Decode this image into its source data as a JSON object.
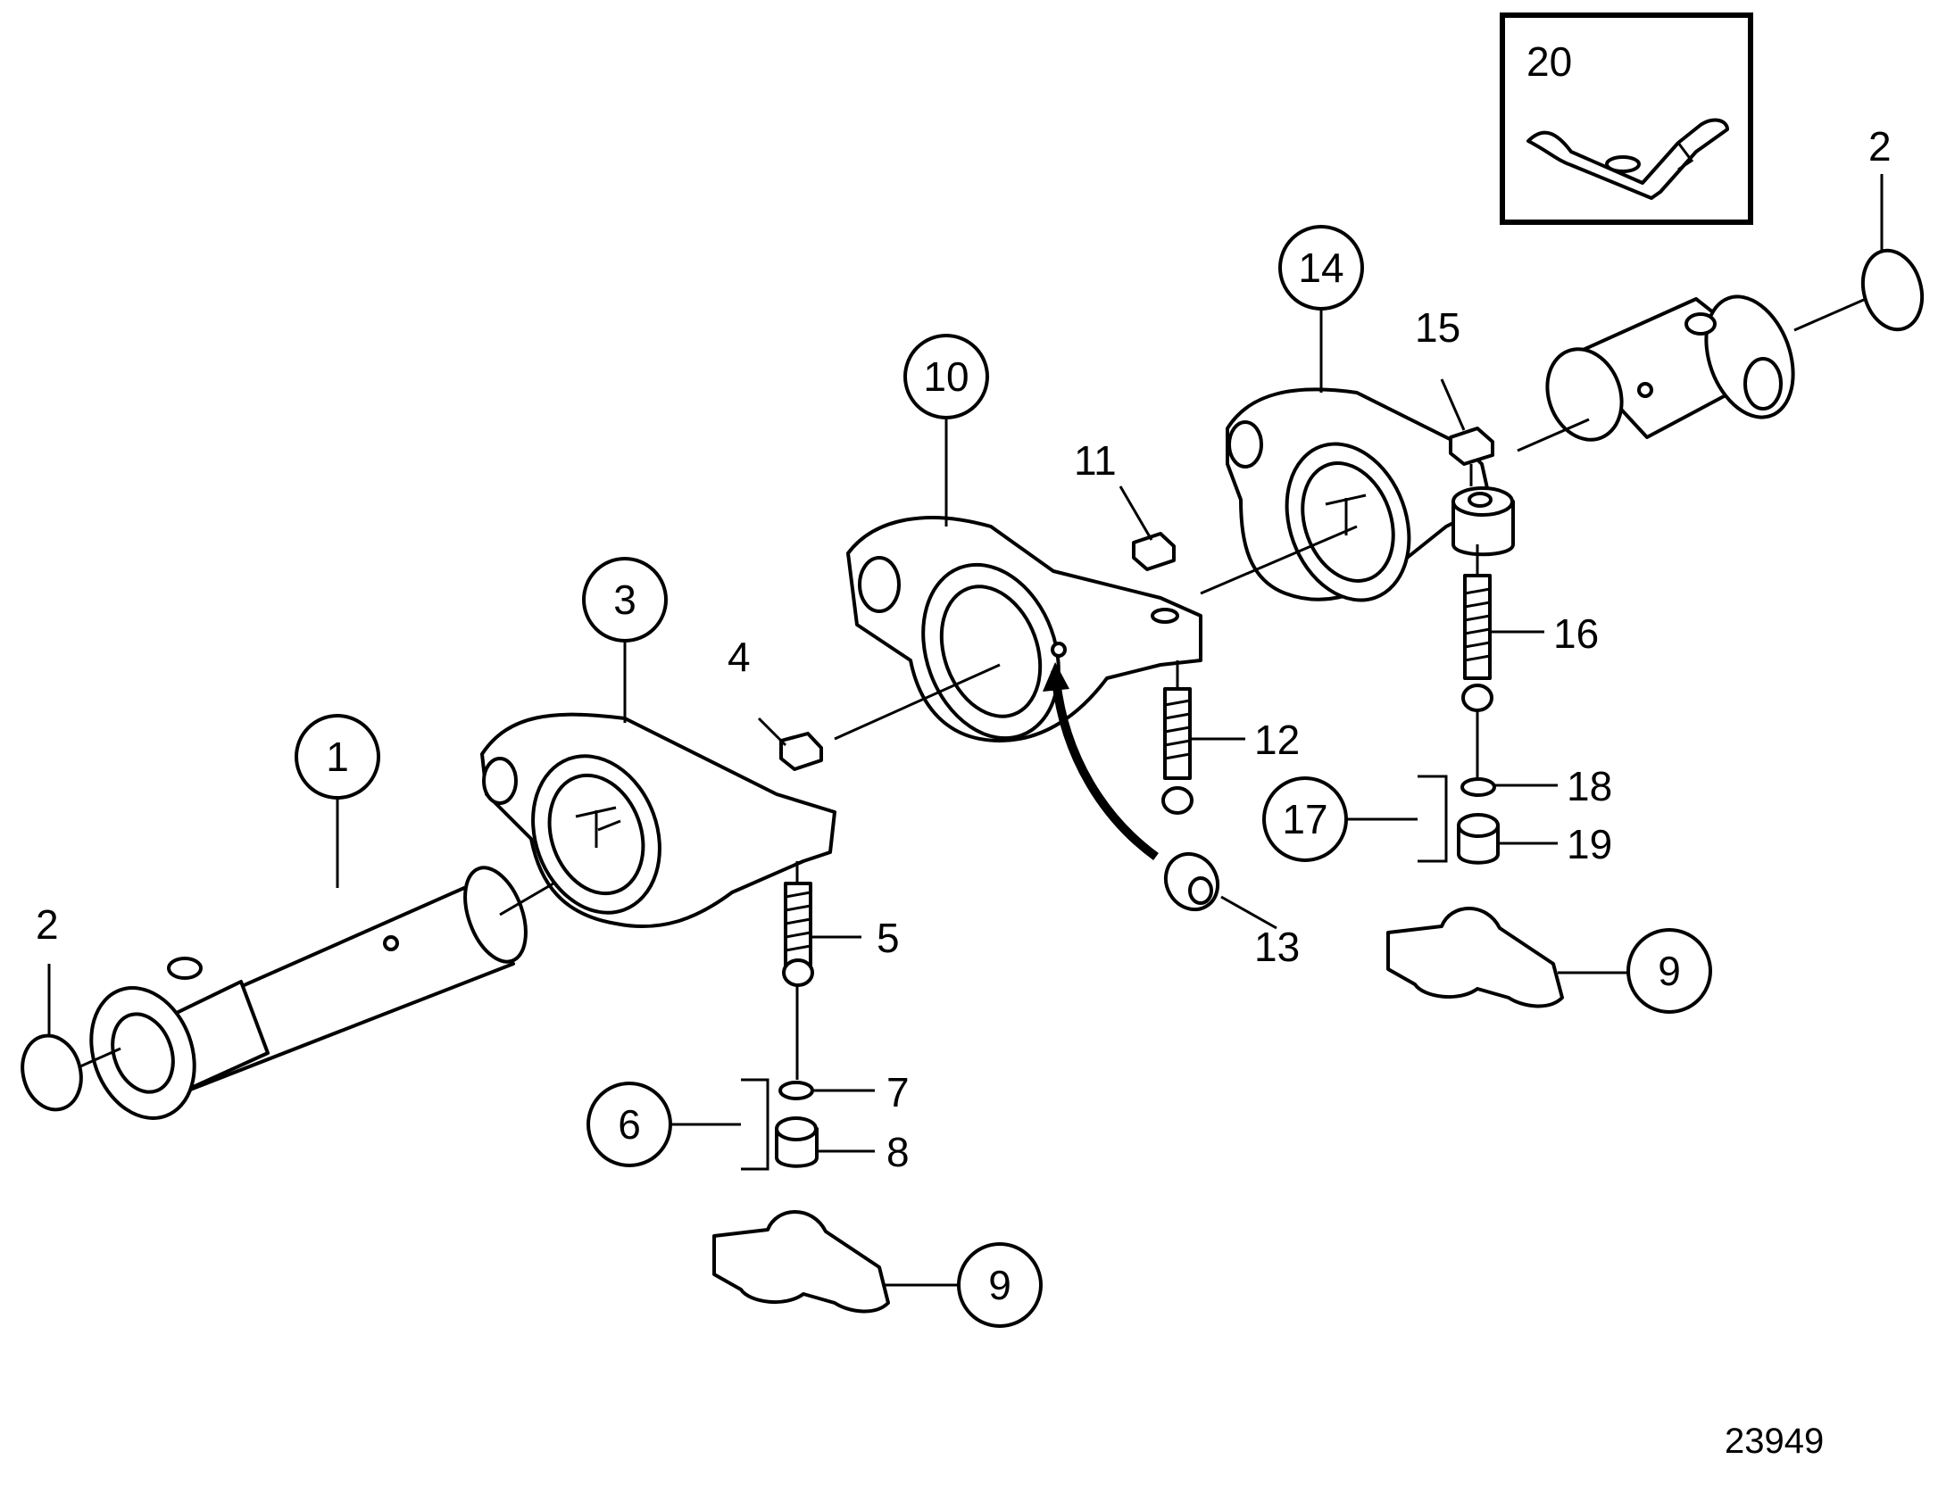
{
  "diagram": {
    "reference_number": "23949",
    "inset_label": "20",
    "callouts": [
      {
        "id": "callout-1",
        "label": "1"
      },
      {
        "id": "callout-3",
        "label": "3"
      },
      {
        "id": "callout-6",
        "label": "6"
      },
      {
        "id": "callout-9-left",
        "label": "9"
      },
      {
        "id": "callout-9-right",
        "label": "9"
      },
      {
        "id": "callout-10",
        "label": "10"
      },
      {
        "id": "callout-14",
        "label": "14"
      },
      {
        "id": "callout-17",
        "label": "17"
      }
    ],
    "labels": [
      {
        "id": "label-2-left",
        "label": "2"
      },
      {
        "id": "label-2-right",
        "label": "2"
      },
      {
        "id": "label-4",
        "label": "4"
      },
      {
        "id": "label-5",
        "label": "5"
      },
      {
        "id": "label-7",
        "label": "7"
      },
      {
        "id": "label-8",
        "label": "8"
      },
      {
        "id": "label-11",
        "label": "11"
      },
      {
        "id": "label-12",
        "label": "12"
      },
      {
        "id": "label-13",
        "label": "13"
      },
      {
        "id": "label-15",
        "label": "15"
      },
      {
        "id": "label-16",
        "label": "16"
      },
      {
        "id": "label-18",
        "label": "18"
      },
      {
        "id": "label-19",
        "label": "19"
      }
    ]
  }
}
